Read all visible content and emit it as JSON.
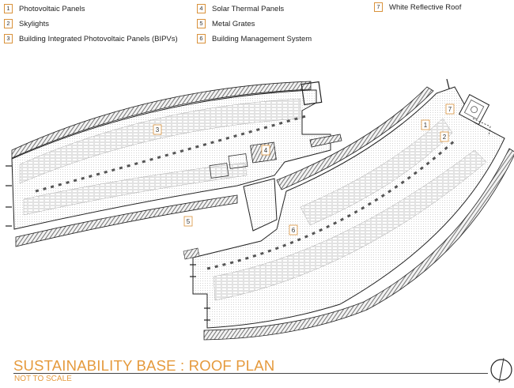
{
  "legend": [
    {
      "num": "1",
      "label": "Photovoltaic Panels"
    },
    {
      "num": "2",
      "label": "Skylights"
    },
    {
      "num": "3",
      "label": "Building Integrated Photovoltaic Panels (BIPVs)"
    },
    {
      "num": "4",
      "label": "Solar Thermal Panels"
    },
    {
      "num": "5",
      "label": "Metal Grates"
    },
    {
      "num": "6",
      "label": "Building Management System"
    },
    {
      "num": "7",
      "label": "White Reflective Roof"
    }
  ],
  "callouts": [
    "1",
    "2",
    "3",
    "4",
    "5",
    "6",
    "7"
  ],
  "title": "SUSTAINABILITY BASE : ROOF PLAN",
  "subtitle": "NOT TO SCALE",
  "colors": {
    "accent": "#e59a3d",
    "line": "#222222",
    "hatch": "#555555"
  },
  "icons": [
    "north-arrow-icon"
  ]
}
